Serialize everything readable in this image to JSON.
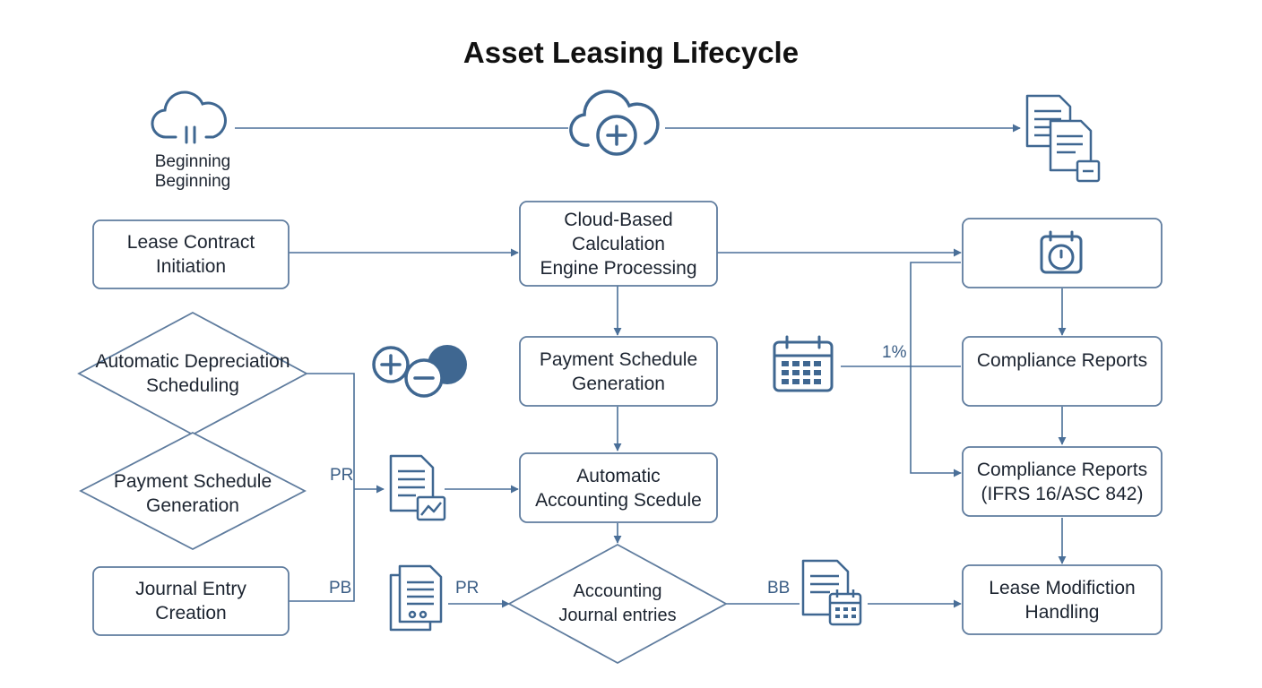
{
  "title": "Asset Leasing Lifecycle",
  "colors": {
    "line": "#4a6f98",
    "box_border": "#5f7c9e",
    "text": "#1c2430"
  },
  "start": {
    "caption": "Beginning\nBeginning",
    "icon": "cloud-sync-icon"
  },
  "top_center_icon": "cloud-plus-icon",
  "top_right_icon": "documents-minus-icon",
  "nodes": {
    "lease_contract": "Lease Contract\nInitiation",
    "cloud_engine": "Cloud-Based\nCalculation\nEngine Processing",
    "timer_box_icon": "stopwatch-icon",
    "auto_depreciation": "Automatic Depreciation\nScheduling",
    "payment_schedule_diamond": "Payment Schedule\nGeneration",
    "journal_entry": "Journal Entry\nCreation",
    "payment_schedule_box": "Payment Schedule\nGeneration",
    "auto_accounting": "Automatic\nAccounting Scedule",
    "accounting_journal": "Accounting\nJournal entries",
    "compliance_reports": "Compliance Reports",
    "compliance_ifrs": "Compliance Reports\n(IFRS 16/ASC 842)",
    "lease_modification": "Lease Modifiction\nHandling"
  },
  "edge_labels": {
    "pr_upper": "PR",
    "pb": "PB",
    "pr_lower": "PR",
    "bb": "BB",
    "percent": "1%"
  },
  "icons": [
    "calculator-icon",
    "calendar-icon",
    "document-chart-icon",
    "document-list-icon",
    "document-calendar-icon"
  ]
}
